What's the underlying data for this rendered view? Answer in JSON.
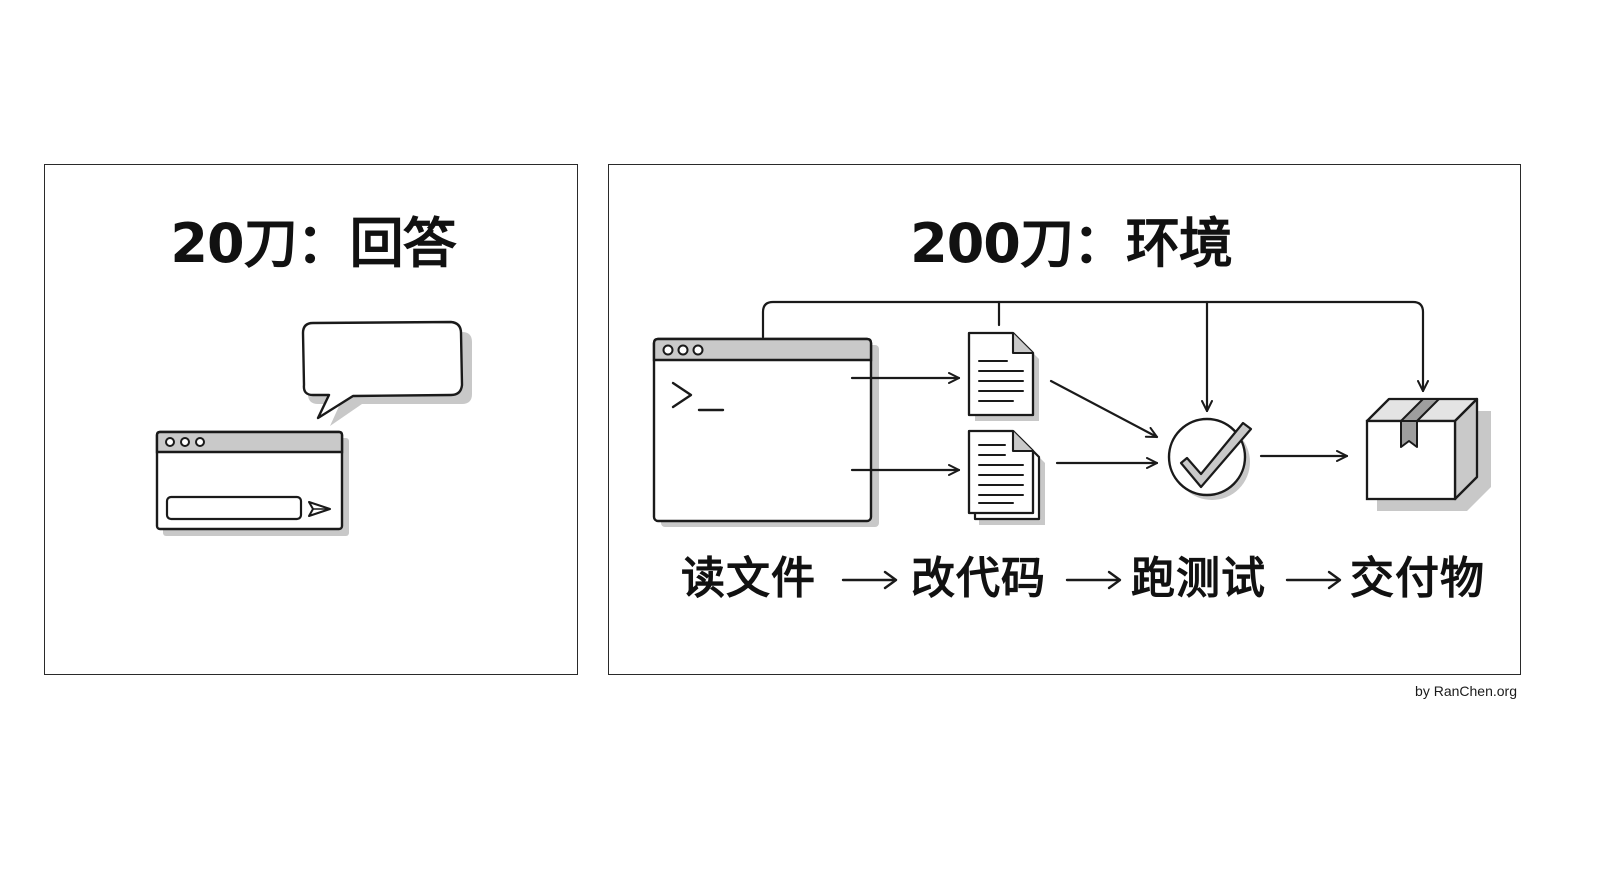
{
  "left_panel": {
    "title": "20刀：回答"
  },
  "right_panel": {
    "title": "200刀：环境",
    "terminal_prompt": ">_",
    "steps": [
      {
        "label": "读文件"
      },
      {
        "label": "改代码"
      },
      {
        "label": "跑测试"
      },
      {
        "label": "交付物"
      }
    ]
  },
  "footer": {
    "credit": "by RanChen.org"
  },
  "icons": {
    "chat_window": "browser-window-with-input",
    "speech": "speech-bubble-icon",
    "send": "send-icon",
    "terminal": "terminal-window-icon",
    "file": "document-icon",
    "files": "documents-stack-icon",
    "check": "check-circle-icon",
    "package": "box-icon"
  },
  "colors": {
    "stroke": "#1a1a1a",
    "shadow": "#c8c8c8",
    "titlebar": "#c9c9c9",
    "background": "#ffffff"
  }
}
